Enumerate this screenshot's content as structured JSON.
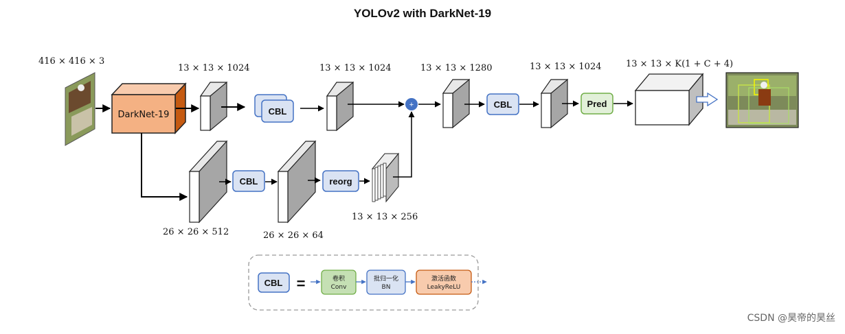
{
  "title": "YOLOv2 with DarkNet-19",
  "dims": {
    "input": "416 × 416 × 3",
    "conv1": "13 × 13 × 1024",
    "conv2": "13 × 13 × 1024",
    "concat": "13 × 13 × 1280",
    "conv3": "13 × 13 × 1024",
    "output": "13 × 13 × K(1 + C + 4)",
    "low1": "26 × 26 × 512",
    "low2": "26 × 26 × 64",
    "reorg_out": "13 × 13 × 256"
  },
  "blocks": {
    "backbone": "DarkNet-19",
    "cbl": "CBL",
    "pred": "Pred",
    "reorg": "reorg",
    "concat_symbol": "+"
  },
  "legend": {
    "cbl": "CBL",
    "equals": "=",
    "conv_cn": "卷积",
    "conv_en": "Conv",
    "bn_cn": "批归一化",
    "bn_en": "BN",
    "act_cn": "激活函数",
    "act_en": "LeakyReLU"
  },
  "watermark": "CSDN @昊帝的昊丝",
  "colors": {
    "backbone_fill": "#f4b183",
    "cbl_fill": "#dae3f3",
    "cbl_stroke": "#4472c4",
    "pred_fill": "#e2f0d9",
    "pred_stroke": "#70ad47",
    "conv_fill": "#c5e0b4",
    "act_fill": "#f8cbad",
    "concat_fill": "#4472c4"
  }
}
